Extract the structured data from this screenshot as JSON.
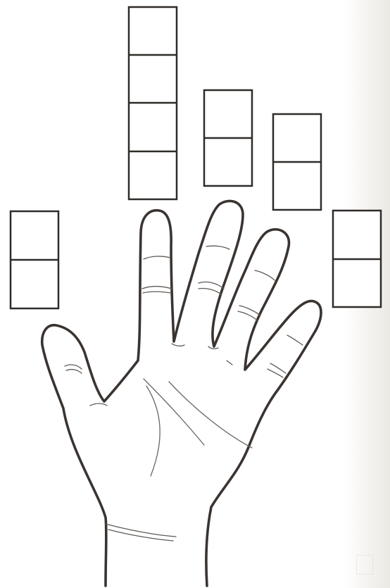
{
  "figure": {
    "box_groups": [
      {
        "finger": "thumb",
        "cells": 2
      },
      {
        "finger": "index",
        "cells": 4
      },
      {
        "finger": "middle",
        "cells": 2
      },
      {
        "finger": "ring",
        "cells": 2
      },
      {
        "finger": "little",
        "cells": 2
      }
    ],
    "colors": {
      "ink": "#2f2b28",
      "paper": "#ffffff"
    },
    "icons": [
      "hand-outline-icon"
    ]
  }
}
